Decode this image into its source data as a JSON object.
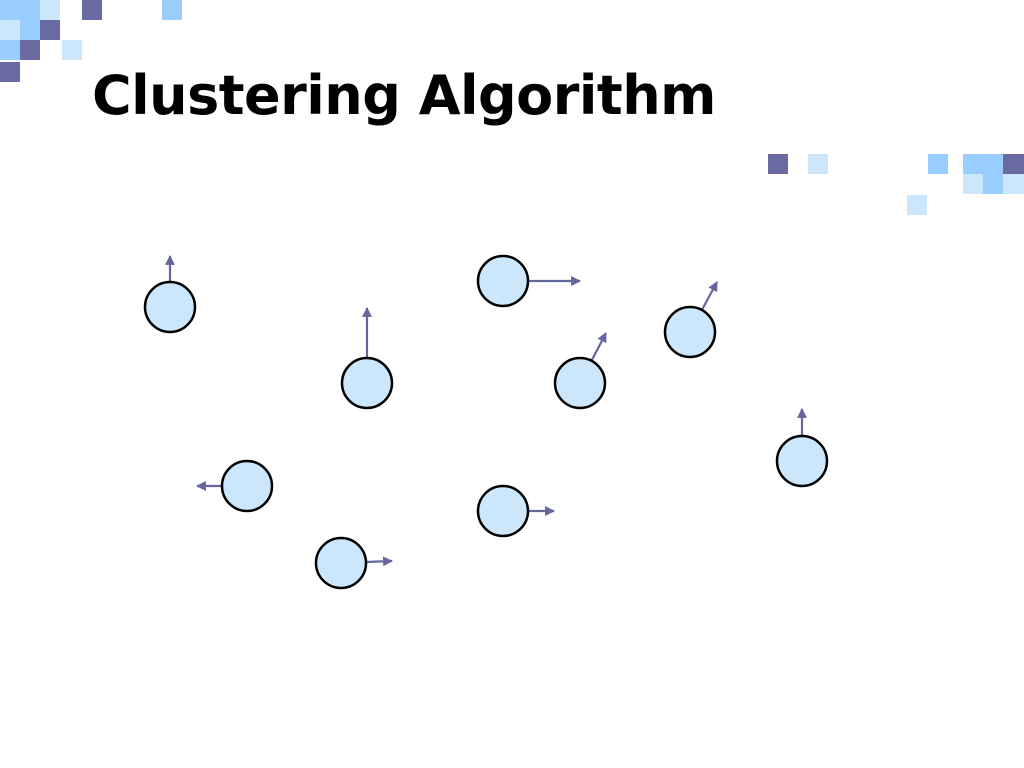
{
  "slide": {
    "title": "Clustering Algorithm"
  },
  "theme": {
    "tile_dark": "#6b6ba3",
    "tile_mid": "#99ccff",
    "tile_light": "#cce6fc",
    "node_fill": "#cce6fc",
    "node_stroke": "#000000",
    "arrow_color": "#66669e"
  },
  "diagram": {
    "nodes": [
      {
        "id": "node-1",
        "arrow": "up"
      },
      {
        "id": "node-2",
        "arrow": "up"
      },
      {
        "id": "node-3",
        "arrow": "right"
      },
      {
        "id": "node-4",
        "arrow": "up-right"
      },
      {
        "id": "node-5",
        "arrow": "up-right"
      },
      {
        "id": "node-6",
        "arrow": "up"
      },
      {
        "id": "node-7",
        "arrow": "left"
      },
      {
        "id": "node-8",
        "arrow": "right"
      },
      {
        "id": "node-9",
        "arrow": "right"
      }
    ]
  }
}
